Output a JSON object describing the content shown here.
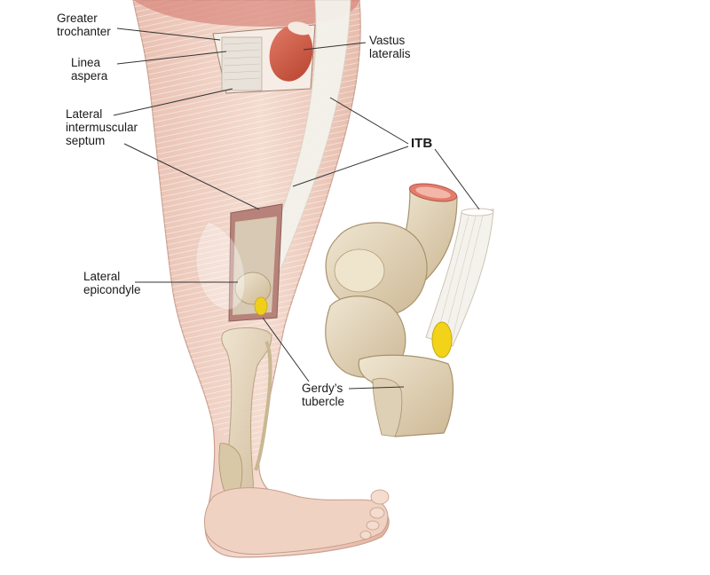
{
  "labels": {
    "greater_trochanter": "Greater\ntrochanter",
    "linea_aspera": "Linea\naspera",
    "vastus_lateralis": "Vastus\nlateralis",
    "lateral_intermuscular_septum": "Lateral\nintermuscular\nseptum",
    "itb": "ITB",
    "lateral_epicondyle": "Lateral\nepicondyle",
    "gerdys_tubercle": "Gerdy’s\ntubercle"
  },
  "colors": {
    "background": "#ffffff",
    "skin": "#efd3c4",
    "muscle": "#d98a7c",
    "muscle_dark": "#c0503c",
    "bone": "#e8dcc2",
    "bone_shadow": "#c8b48c",
    "tendon": "#f3f1ea",
    "gerdys_tubercle": "#f2d21a",
    "leader_line": "#333333"
  }
}
